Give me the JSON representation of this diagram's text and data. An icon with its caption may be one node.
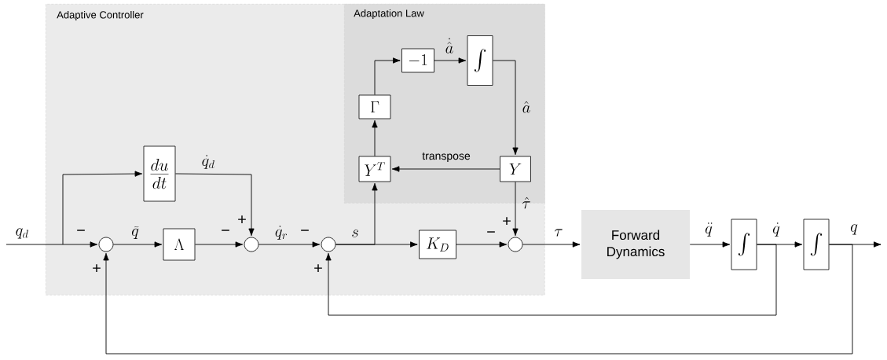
{
  "diagram": {
    "nodes": [
      {
        "text": [
          "Adaptive Controller"
        ]
      },
      {
        "text": [
          "Adaptation Law"
        ],
        "in": 0
      },
      {
        "text": [
          "\\frac{du}{dt}"
        ],
        "in": 0
      },
      {
        "text": [],
        "shape": "circle",
        "in": 0
      },
      {
        "text": [
          "\\Lambda"
        ],
        "in": 0
      },
      {
        "text": [],
        "shape": "circle",
        "in": 0
      },
      {
        "text": [],
        "shape": "circle",
        "in": 0
      },
      {
        "text": [
          "-1"
        ],
        "in": 1
      },
      {
        "text": [
          "\\int"
        ],
        "in": 1
      },
      {
        "text": [
          "\\Gamma"
        ],
        "in": 1
      },
      {
        "text": [
          "Y^T"
        ],
        "in": 1
      },
      {
        "text": [
          "Y"
        ],
        "in": 1
      },
      {
        "text": [
          "K_D"
        ],
        "in": 0
      },
      {
        "text": [],
        "shape": "circle",
        "in": 0
      },
      {
        "text": [
          "Forward Dynamics"
        ]
      },
      {
        "text": [
          "\\int"
        ]
      },
      {
        "text": [
          "\\int"
        ]
      }
    ],
    "edges": [
      {
        "from": null,
        "to": 3,
        "arrow": "to",
        "label": "q_d"
      },
      {
        "from": null,
        "to": 2,
        "arrow": "to"
      },
      {
        "from": 3,
        "to": 4,
        "arrow": "to",
        "label": "\\widetilde{q}"
      },
      {
        "from": 4,
        "to": 5,
        "arrow": "to"
      },
      {
        "from": 2,
        "to": 5,
        "arrow": "to",
        "label": "\\dot{q}_d"
      },
      {
        "from": 5,
        "to": 6,
        "arrow": "to",
        "label": "\\dot{q}_r"
      },
      {
        "from": 6,
        "to": 12,
        "arrow": "to",
        "label": "s"
      },
      {
        "from": 6,
        "to": 10,
        "arrow": "to"
      },
      {
        "from": 10,
        "to": 9,
        "arrow": "to"
      },
      {
        "from": 9,
        "to": 7,
        "arrow": "to"
      },
      {
        "from": 7,
        "to": 8,
        "arrow": "to",
        "label": "\\dot{\\hat{a}}"
      },
      {
        "from": 8,
        "to": 11,
        "arrow": "to",
        "label": "\\hat{a}"
      },
      {
        "from": 11,
        "to": 10,
        "arrow": "to",
        "label": "transpose"
      },
      {
        "from": 11,
        "to": 13,
        "arrow": "to",
        "label": "\\hat{\\tau}"
      },
      {
        "from": 12,
        "to": 13,
        "arrow": "to"
      },
      {
        "from": 13,
        "to": 14,
        "arrow": "to",
        "label": "\\tau"
      },
      {
        "from": 14,
        "to": 15,
        "arrow": "to",
        "label": "\\ddot{q}"
      },
      {
        "from": 15,
        "to": 16,
        "arrow": "to",
        "label": "\\dot{q}"
      },
      {
        "from": 16,
        "to": null,
        "arrow": "to",
        "label": "q"
      },
      {
        "from": 15,
        "to": 6,
        "arrow": "to"
      },
      {
        "from": 16,
        "to": 3,
        "arrow": "to"
      }
    ],
    "labels": [
      "+",
      "+",
      "−",
      "−",
      "−",
      "−",
      "+",
      "+"
    ]
  }
}
